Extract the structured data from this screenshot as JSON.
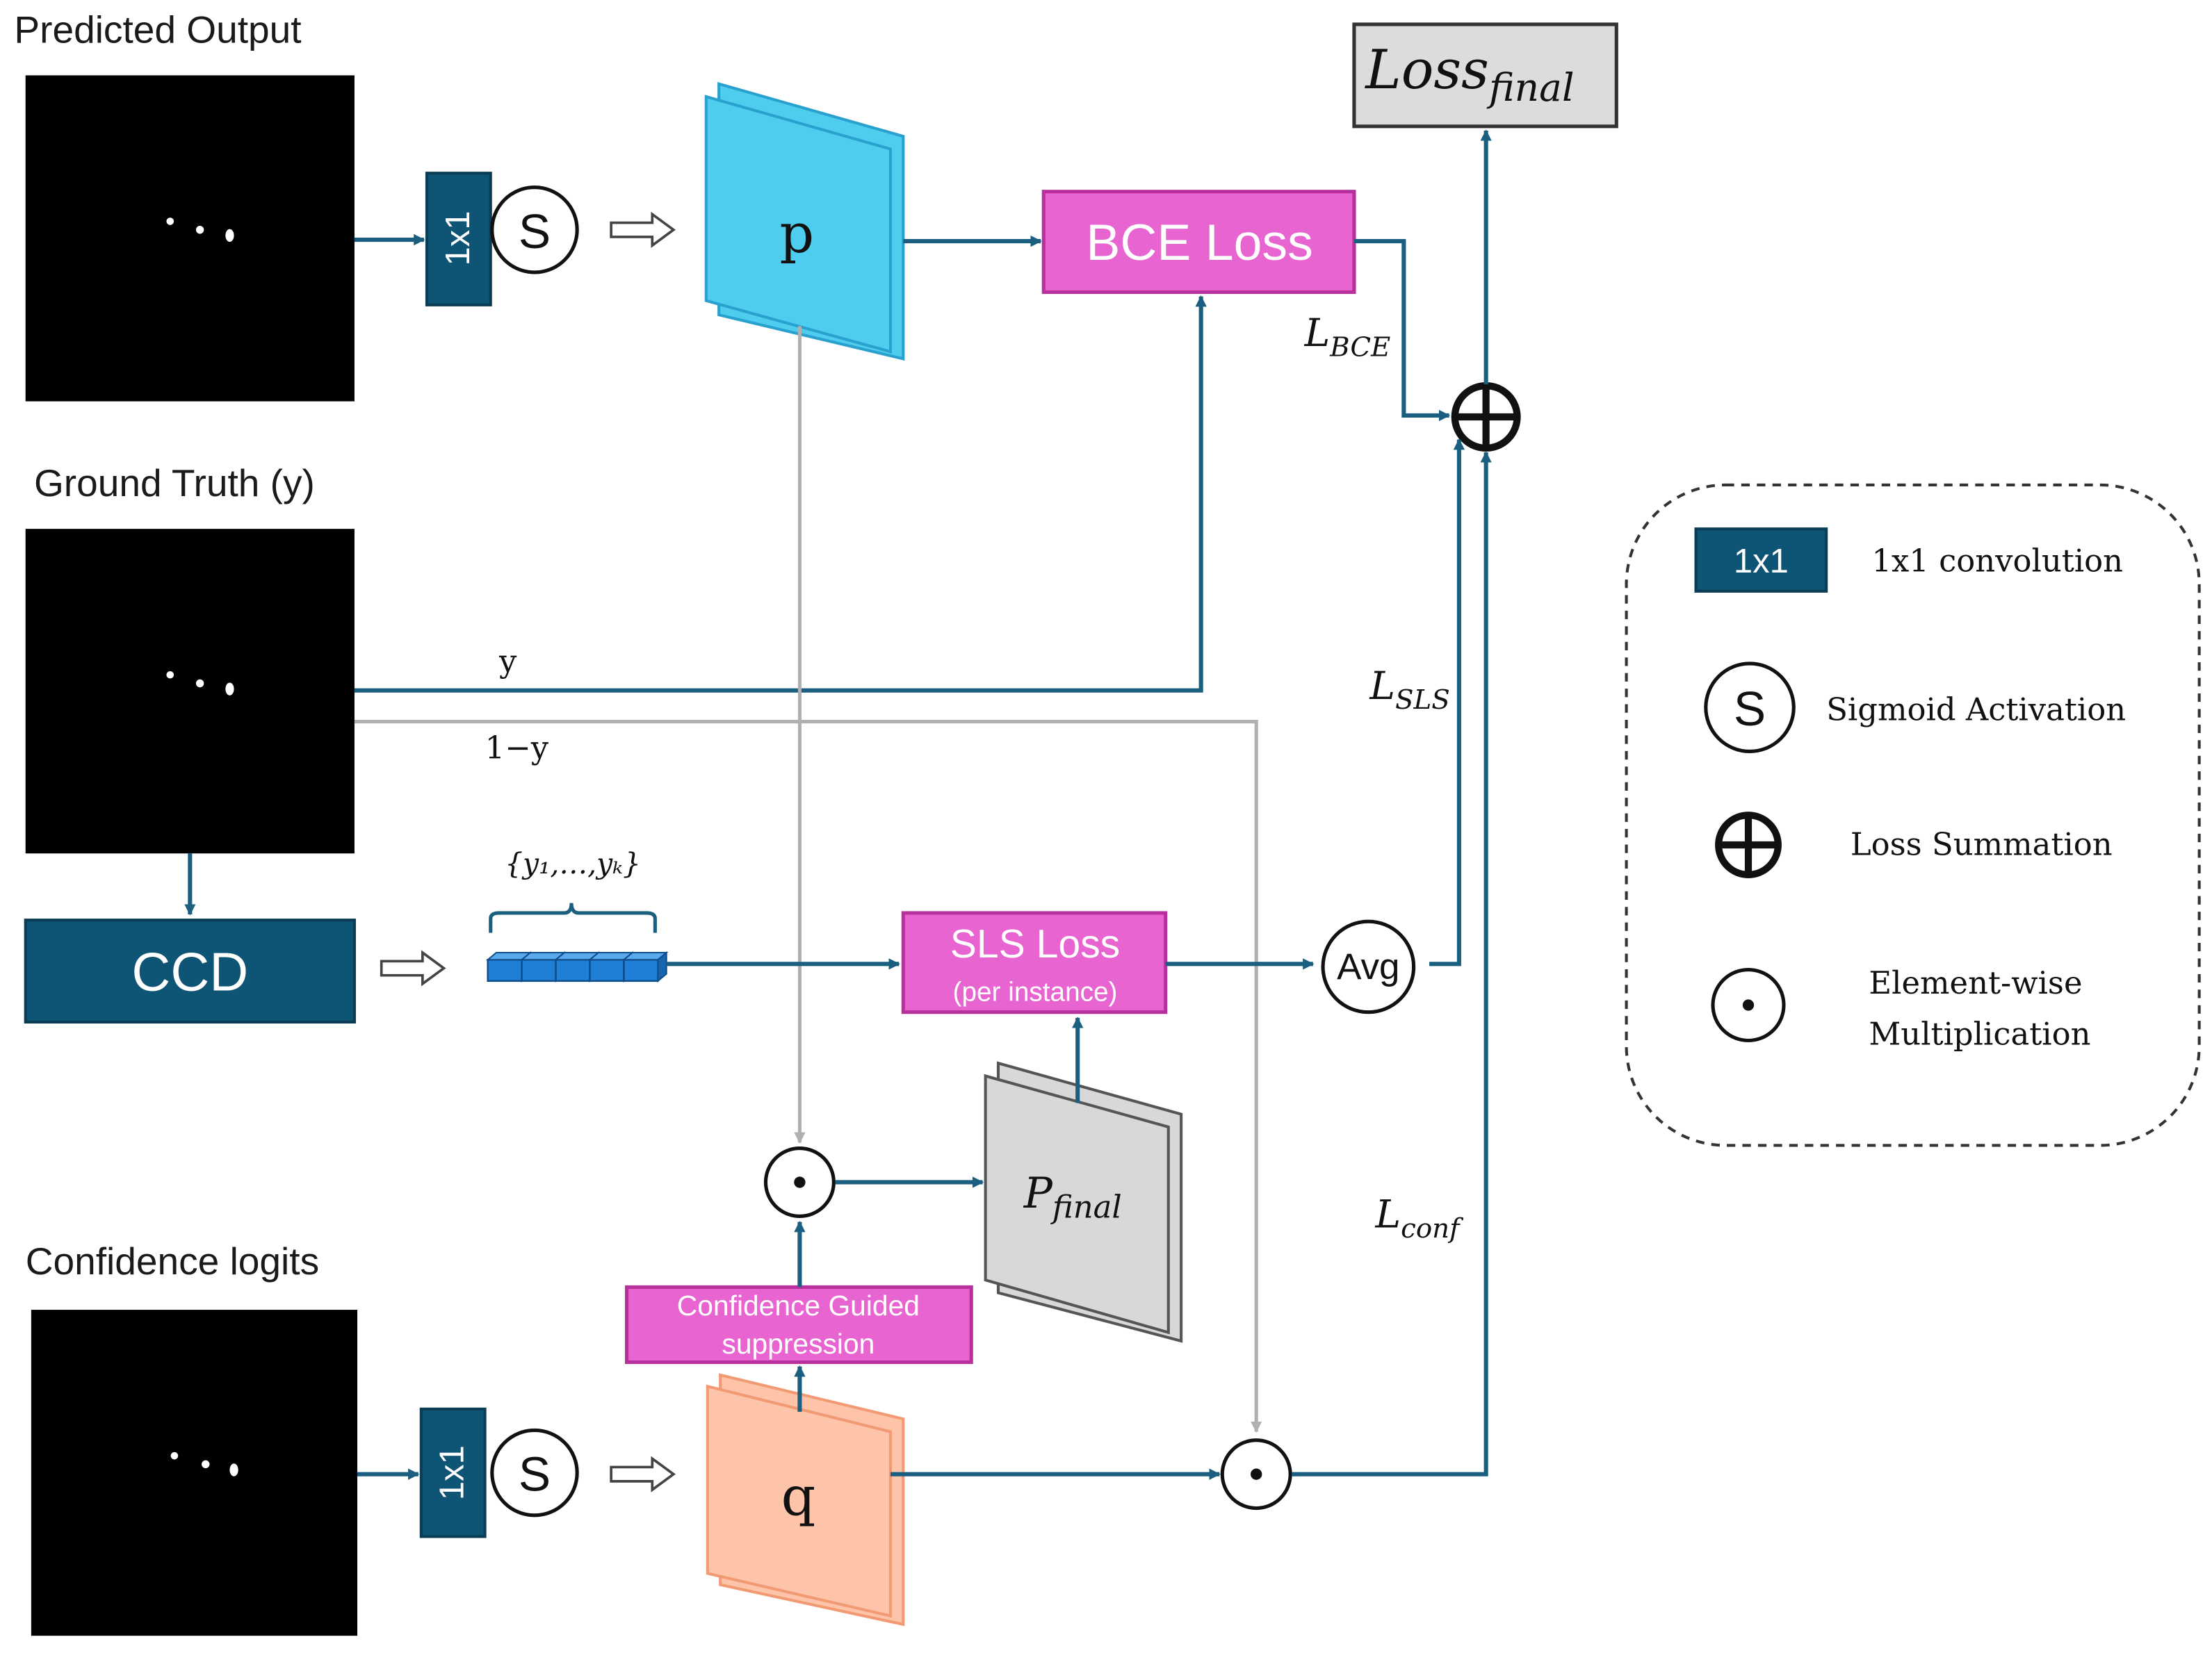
{
  "labels": {
    "predicted_output": "Predicted Output",
    "ground_truth": "Ground Truth (y)",
    "confidence_logits": "Confidence logits",
    "conv": "1x1",
    "sigmoid": "S",
    "p": "p",
    "q": "q",
    "bce_loss": "BCE Loss",
    "sls_loss": "SLS Loss",
    "sls_loss_sub": "(per instance)",
    "ccd": "CCD",
    "avg": "Avg",
    "cgs_line1": "Confidence Guided",
    "cgs_line2": "suppression",
    "y": "y",
    "one_minus_y": "1−y",
    "instances": "{y₁,…,yₖ}",
    "loss_final_base": "Loss",
    "loss_final_sub": "final",
    "p_final_base": "P",
    "p_final_sub": "final",
    "l_bce_base": "L",
    "l_bce_sub": "BCE",
    "l_sls_base": "L",
    "l_sls_sub": "SLS",
    "l_conf_base": "L",
    "l_conf_sub": "conf"
  },
  "legend": {
    "conv_symbol": "1x1",
    "conv_desc": "1x1 convolution",
    "sigmoid_symbol": "S",
    "sigmoid_desc": "Sigmoid Activation",
    "sum_desc": "Loss Summation",
    "mult_desc_line1": "Element-wise",
    "mult_desc_line2": "Multiplication"
  },
  "colors": {
    "arrow": "#1b5f80",
    "conv_box": "#0e5575",
    "loss_box": "#e865d1",
    "p_map": "#4fcdee",
    "q_map": "#fec4aa",
    "p_final_map": "#d8d8d8",
    "loss_final_box": "#dcdcdc",
    "gray_arrow": "#b0b0b0"
  },
  "icons": {
    "sum": "circled-plus-icon",
    "mult": "circled-dot-icon",
    "arrow_hollow": "hollow-right-arrow-icon"
  }
}
